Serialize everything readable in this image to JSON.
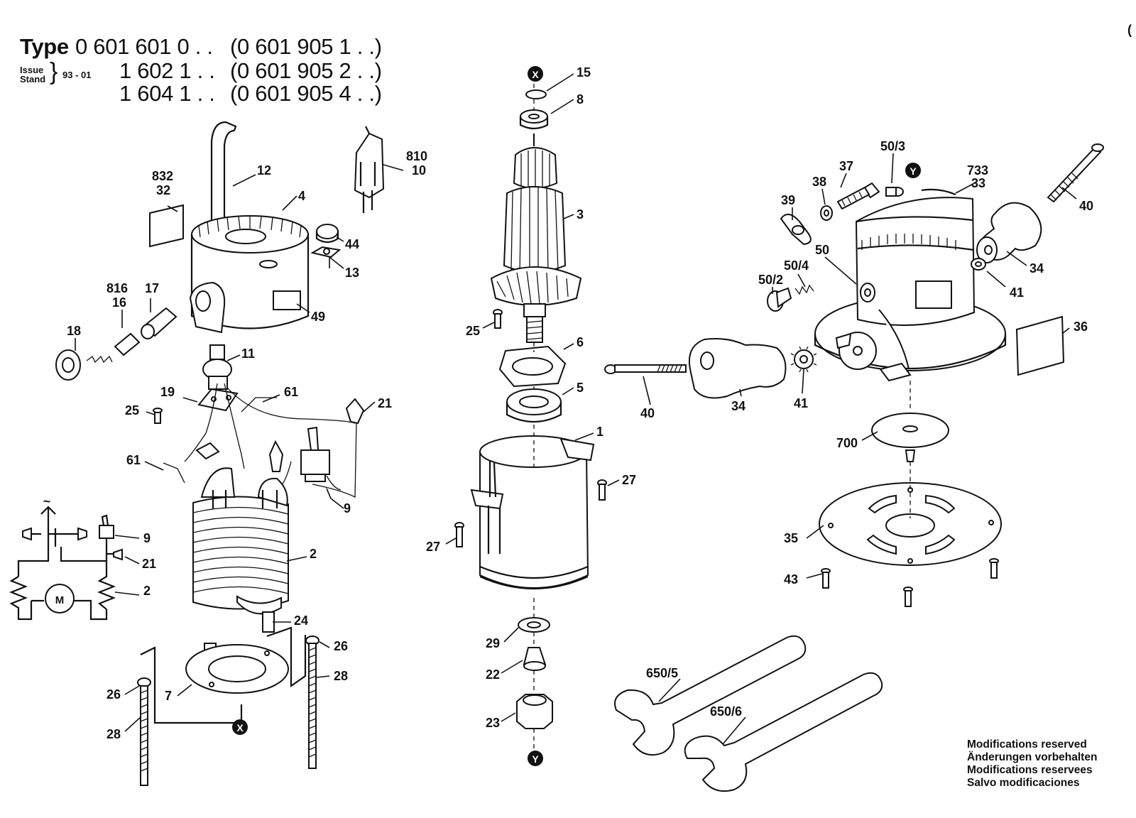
{
  "header": {
    "type_label": "Type",
    "row1": {
      "part": "0 601 601 0 . .",
      "alt": "(0 601 905 1 . .)"
    },
    "row2": {
      "part": "1 602 1 . .",
      "alt": "(0 601 905 2 . .)"
    },
    "row3": {
      "part": "1 604 1 . .",
      "alt": "(0 601 905 4 . .)"
    },
    "issue_label": "Issue",
    "stand_label": "Stand",
    "issue_date": "93 - 01"
  },
  "corner_mark": "(",
  "labels": {
    "p832": "832",
    "p32": "32",
    "p12": "12",
    "p4": "4",
    "p810": "810",
    "p10": "10",
    "p44": "44",
    "p13": "13",
    "p816": "816",
    "p16": "16",
    "p17": "17",
    "p18": "18",
    "p49": "49",
    "p11": "11",
    "p19": "19",
    "p25a": "25",
    "p61a": "61",
    "p21a": "21",
    "p61b": "61",
    "p9a": "9",
    "p9b": "9",
    "p21b": "21",
    "p2a": "2",
    "p2b": "2",
    "p24": "24",
    "p26a": "26",
    "p26b": "26",
    "p28a": "28",
    "p28b": "28",
    "p7": "7",
    "p15": "15",
    "p8": "8",
    "p3": "3",
    "p25b": "25",
    "p6": "6",
    "p5": "5",
    "p1": "1",
    "p27a": "27",
    "p27b": "27",
    "p29": "29",
    "p22": "22",
    "p23": "23",
    "p50_3": "50/3",
    "p37": "37",
    "p733": "733",
    "p33": "33",
    "p38": "38",
    "p39": "39",
    "p40a": "40",
    "p50": "50",
    "p50_4": "50/4",
    "p50_2": "50/2",
    "p34a": "34",
    "p41a": "41",
    "p36": "36",
    "p40b": "40",
    "p34b": "34",
    "p41b": "41",
    "p700": "700",
    "p35": "35",
    "p43": "43",
    "p650_5": "650/5",
    "p650_6": "650/6"
  },
  "markers": {
    "x_top": "X",
    "x_bottom": "X",
    "y_top": "Y",
    "y_bottom": "Y",
    "motor": "M",
    "ac_symbol": "~"
  },
  "modifications": [
    "Modifications reserved",
    "Änderungen vorbehalten",
    "Modifications reservees",
    "Salvo modificaciones"
  ]
}
